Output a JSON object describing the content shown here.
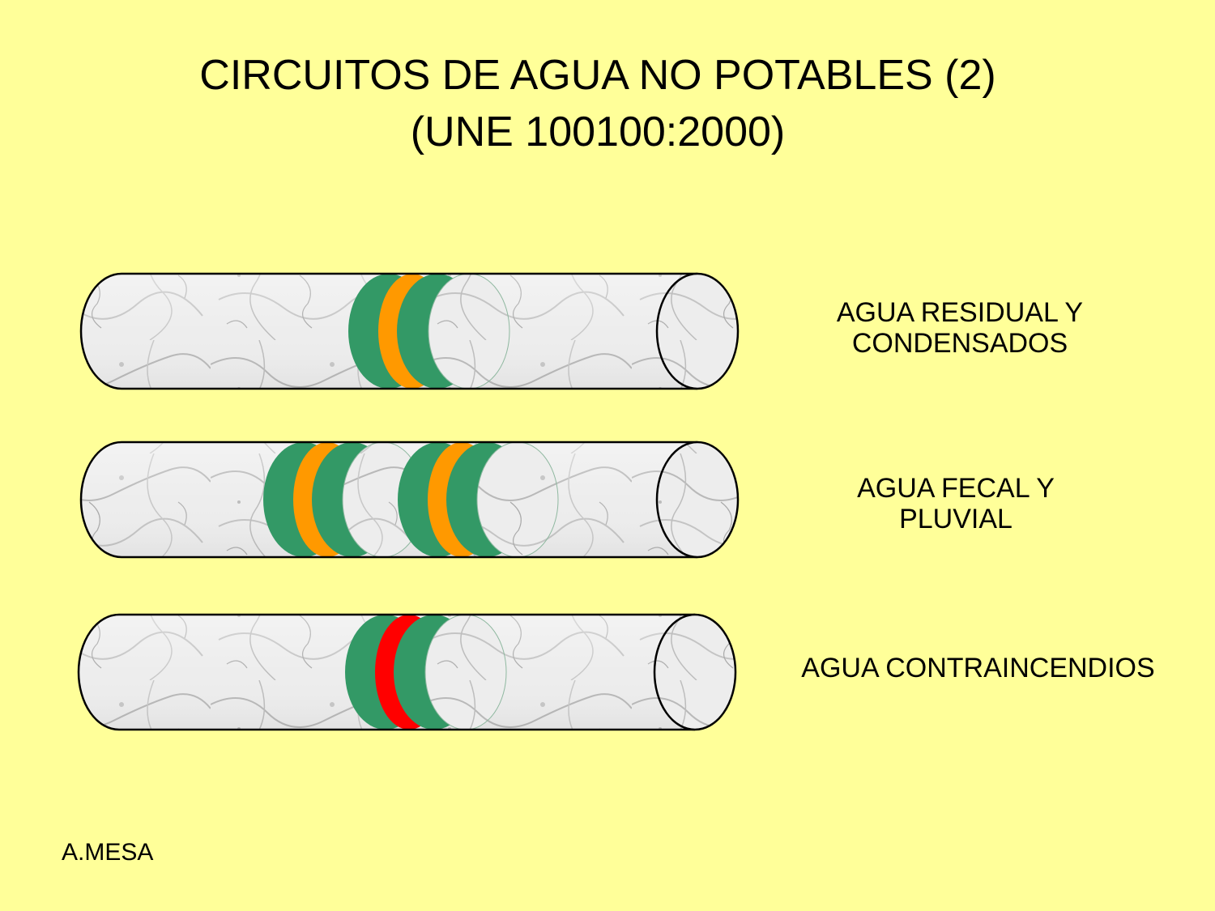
{
  "title": {
    "line1": "CIRCUITOS DE AGUA NO POTABLES (2)",
    "line2": "(UNE 100100:2000)"
  },
  "colors": {
    "background": "#ffff99",
    "green_band": "#339966",
    "orange_band": "#ff9900",
    "red_band": "#ff0000"
  },
  "pipes": [
    {
      "label_line1": "AGUA RESIDUAL Y",
      "label_line2": "CONDENSADOS",
      "band_groups": [
        "green-orange-green"
      ]
    },
    {
      "label_line1": "AGUA FECAL Y",
      "label_line2": "PLUVIAL",
      "band_groups": [
        "green-orange-green",
        "green-orange-green"
      ]
    },
    {
      "label_line1": "AGUA CONTRAINCENDIOS",
      "label_line2": "",
      "band_groups": [
        "green-red-green"
      ]
    }
  ],
  "author": "A.MESA"
}
